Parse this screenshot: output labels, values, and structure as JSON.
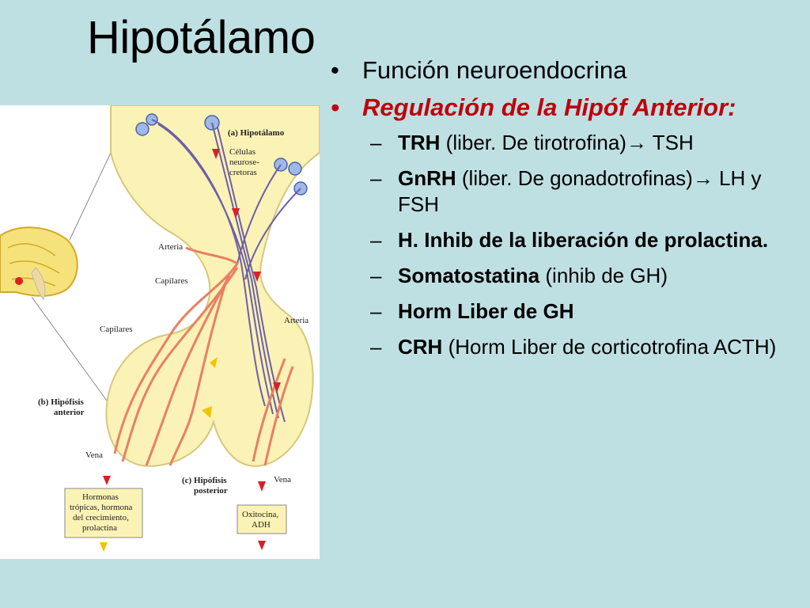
{
  "slide": {
    "title": "Hipotálamo"
  },
  "figure": {
    "labels": {
      "a": "(a) Hipotálamo",
      "cells1": "Células",
      "cells2": "neurose-",
      "cells3": "cretoras",
      "arteria_left": "Arteria",
      "capilares1": "Capilares",
      "capilares2": "Capilares",
      "arteria_right": "Arteria",
      "b1": "(b) Hipófisis",
      "b2": "anterior",
      "vena_left": "Vena",
      "c1": "(c) Hipófisis",
      "c2": "posterior",
      "vena_right": "Vena",
      "box1_1": "Hormonas",
      "box1_2": "trópicas, hormona",
      "box1_3": "del crecimiento,",
      "box1_4": "prolactina",
      "box2_1": "Oxitocina,",
      "box2_2": "ADH"
    }
  },
  "bullets": [
    {
      "mark": "•",
      "text": "Función neuroendocrina"
    },
    {
      "mark": "•",
      "text": "Regulación de la Hipóf Anterior:"
    }
  ],
  "subbullets": [
    {
      "bold": "TRH",
      "rest": " (liber. De tirotrofina)→ TSH"
    },
    {
      "bold": "GnRH",
      "rest": " (liber. De gonadotrofinas)→ LH y FSH"
    },
    {
      "bold": "H. Inhib de la liberación de prolactina.",
      "rest": ""
    },
    {
      "bold": "Somatostatina",
      "rest": " (inhib de GH)"
    },
    {
      "bold": "Horm Liber de GH",
      "rest": ""
    },
    {
      "bold": "CRH",
      "rest": " (Horm Liber de corticotrofina ACTH)"
    }
  ],
  "dash": "–"
}
